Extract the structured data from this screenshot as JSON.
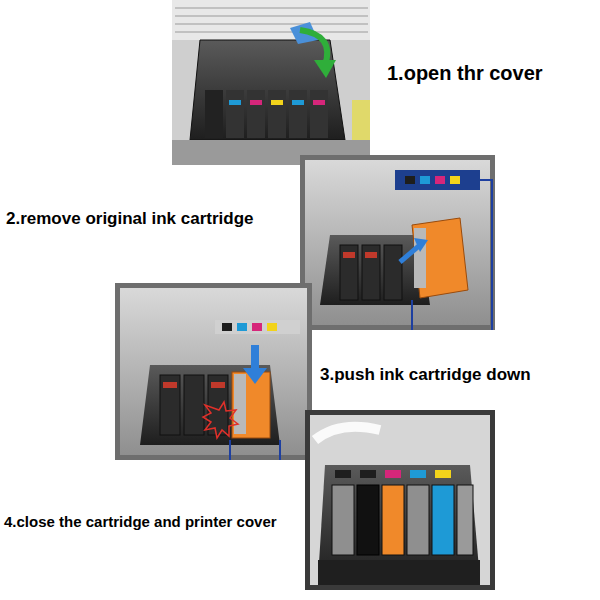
{
  "diagram": {
    "labels": [
      "1.open thr cover",
      "2.remove original ink cartridge",
      "3.push ink cartridge down",
      "4.close the cartridge and printer cover"
    ]
  }
}
